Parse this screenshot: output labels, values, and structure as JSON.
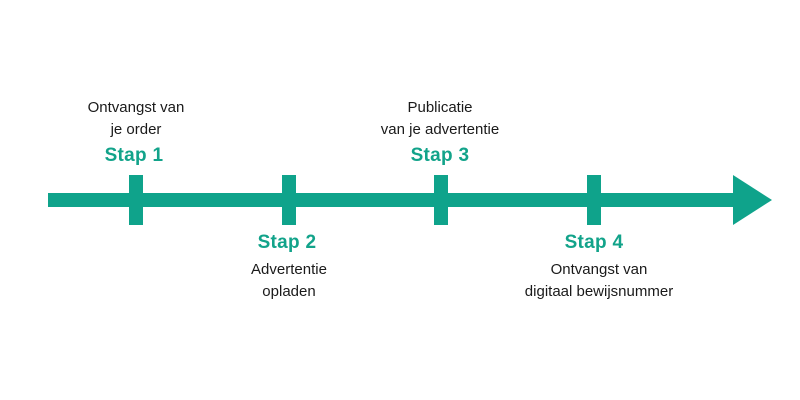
{
  "accent_color": "#0fa38b",
  "steps": [
    {
      "title": "Stap 1",
      "desc_line1": "Ontvangst van",
      "desc_line2": "je order",
      "position": "above"
    },
    {
      "title": "Stap 2",
      "desc_line1": "Advertentie",
      "desc_line2": "opladen",
      "position": "below"
    },
    {
      "title": "Stap 3",
      "desc_line1": "Publicatie",
      "desc_line2": "van je advertentie",
      "position": "above"
    },
    {
      "title": "Stap 4",
      "desc_line1": "Ontvangst van",
      "desc_line2": "digitaal bewijsnummer",
      "position": "below"
    }
  ]
}
